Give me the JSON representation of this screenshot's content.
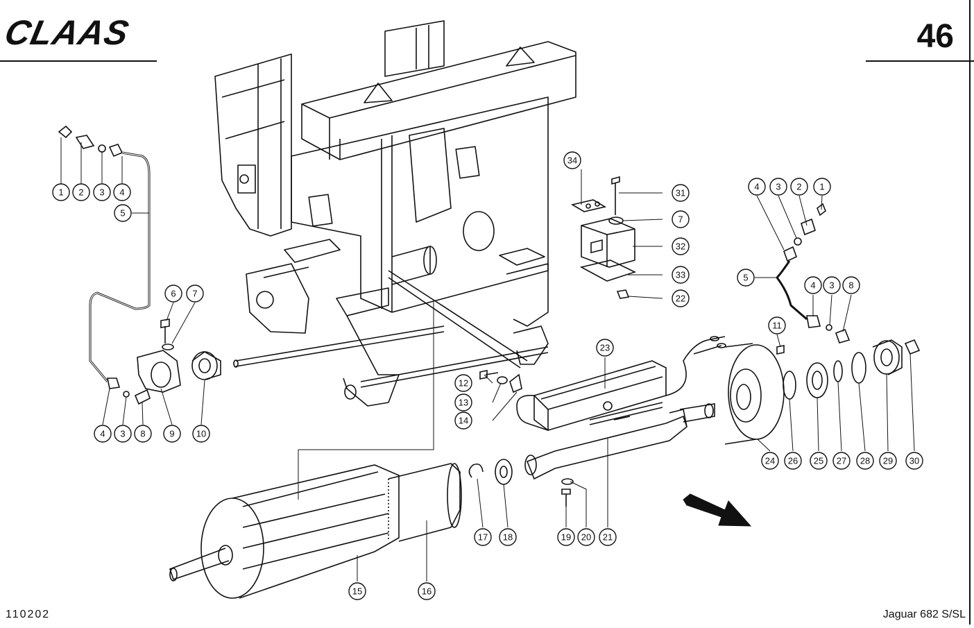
{
  "header": {
    "brand": "CLAAS",
    "page_number": "46"
  },
  "footer": {
    "drawing_code": "110202",
    "model": "Jaguar 682 S/SL"
  },
  "parts": [
    {
      "id": "p1a",
      "label": "1"
    },
    {
      "id": "p2a",
      "label": "2"
    },
    {
      "id": "p3a",
      "label": "3"
    },
    {
      "id": "p4a",
      "label": "4"
    },
    {
      "id": "p5a",
      "label": "5"
    },
    {
      "id": "p6",
      "label": "6"
    },
    {
      "id": "p7a",
      "label": "7"
    },
    {
      "id": "p4b",
      "label": "4"
    },
    {
      "id": "p3b",
      "label": "3"
    },
    {
      "id": "p8a",
      "label": "8"
    },
    {
      "id": "p9",
      "label": "9"
    },
    {
      "id": "p10",
      "label": "10"
    },
    {
      "id": "p34",
      "label": "34"
    },
    {
      "id": "p31",
      "label": "31"
    },
    {
      "id": "p7b",
      "label": "7"
    },
    {
      "id": "p32",
      "label": "32"
    },
    {
      "id": "p33",
      "label": "33"
    },
    {
      "id": "p22",
      "label": "22"
    },
    {
      "id": "p4c",
      "label": "4"
    },
    {
      "id": "p3c",
      "label": "3"
    },
    {
      "id": "p2b",
      "label": "2"
    },
    {
      "id": "p1b",
      "label": "1"
    },
    {
      "id": "p5b",
      "label": "5"
    },
    {
      "id": "p4d",
      "label": "4"
    },
    {
      "id": "p3d",
      "label": "3"
    },
    {
      "id": "p8b",
      "label": "8"
    },
    {
      "id": "p11",
      "label": "11"
    },
    {
      "id": "p23",
      "label": "23"
    },
    {
      "id": "p12",
      "label": "12"
    },
    {
      "id": "p13",
      "label": "13"
    },
    {
      "id": "p14",
      "label": "14"
    },
    {
      "id": "p24",
      "label": "24"
    },
    {
      "id": "p26",
      "label": "26"
    },
    {
      "id": "p25",
      "label": "25"
    },
    {
      "id": "p27",
      "label": "27"
    },
    {
      "id": "p28",
      "label": "28"
    },
    {
      "id": "p29",
      "label": "29"
    },
    {
      "id": "p30",
      "label": "30"
    },
    {
      "id": "p17",
      "label": "17"
    },
    {
      "id": "p18",
      "label": "18"
    },
    {
      "id": "p19",
      "label": "19"
    },
    {
      "id": "p20",
      "label": "20"
    },
    {
      "id": "p21",
      "label": "21"
    },
    {
      "id": "p15",
      "label": "15"
    },
    {
      "id": "p16",
      "label": "16"
    }
  ]
}
